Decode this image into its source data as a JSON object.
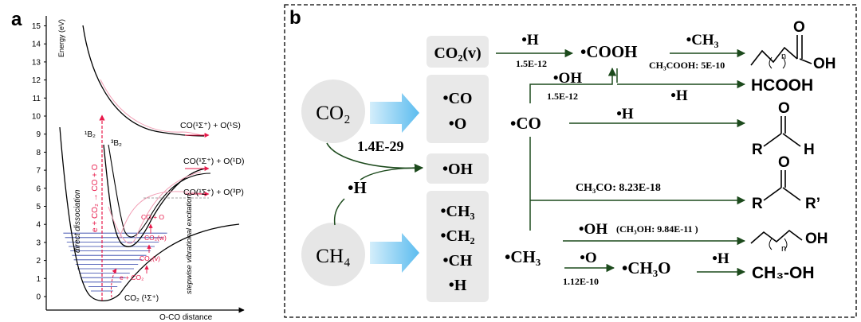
{
  "panel_a": {
    "label": "a",
    "y_axis_title": "Energy (eV)",
    "x_axis_title": "O-CO distance",
    "y_ticks": [
      "0",
      "1",
      "2",
      "3",
      "4",
      "5",
      "6",
      "7",
      "8",
      "9",
      "10",
      "11",
      "12",
      "13",
      "14",
      "15"
    ],
    "states": {
      "ground": "CO₂ (¹Σ⁺)",
      "b1": "¹B₂",
      "b3": "³B₂",
      "asym_s": "CO(¹Σ⁺) + O(¹S)",
      "asym_d": "CO(¹Σ⁺) + O(¹D)",
      "asym_p": "CO(¹Σ⁺) + O(³P)"
    },
    "annotations": {
      "direct_dissociation": "direct dissociation",
      "reaction_direct": "e + CO₂ → CO + O",
      "stepwise": "stepwise vibrational excitation",
      "step1": "e + CO₂",
      "step2": "CO₂(v)",
      "step3": "CO₂(w)",
      "step4": "CO + O"
    },
    "colors": {
      "red": "#e8194a",
      "blue": "#2b3fa8",
      "pink": "#f2a0b6"
    }
  },
  "panel_b": {
    "label": "b",
    "reactants": {
      "co2": "CO₂",
      "ch4": "CH₄",
      "h_radical": "•H"
    },
    "rate_co2_h": "1.4E-29",
    "box_co2v": "CO₂(v)",
    "box_co_o": [
      "•CO",
      "•O"
    ],
    "box_oh": "•OH",
    "box_ch_radicals": [
      "•CH₃",
      "•CH₂",
      "•CH",
      "•H"
    ],
    "row1": {
      "reagent": "•H",
      "rate": "1.5E-12",
      "product": "•COOH",
      "reagent2": "•CH₃",
      "note": "CH₃COOH: 5E-10"
    },
    "row2": {
      "reagent": "•OH",
      "rate": "1.5E-12",
      "reagent2": "•H",
      "product": "HCOOH"
    },
    "row3": {
      "species": "•CO",
      "reagent": "•H"
    },
    "row4": {
      "note": "CH₃CO: 8.23E-18"
    },
    "row5": {
      "reagent": "•OH",
      "note": "(CH₃OH: 9.84E-11 )",
      "product": "OH"
    },
    "row6": {
      "species": "•CH₃",
      "reagent": "•O",
      "rate": "1.12E-10",
      "intermediate": "•CH₃O",
      "reagent2": "•H",
      "product": "CH₃-OH"
    },
    "structures": {
      "R": "R",
      "H": "H",
      "O": "O",
      "R_prime": "R’",
      "OH": "OH",
      "n": "n"
    },
    "colors": {
      "arrow": "#1c4a1c",
      "box": "#e9e9e9",
      "circle": "#e6e6e6",
      "blue_arrow": "#6cc4f0"
    }
  }
}
